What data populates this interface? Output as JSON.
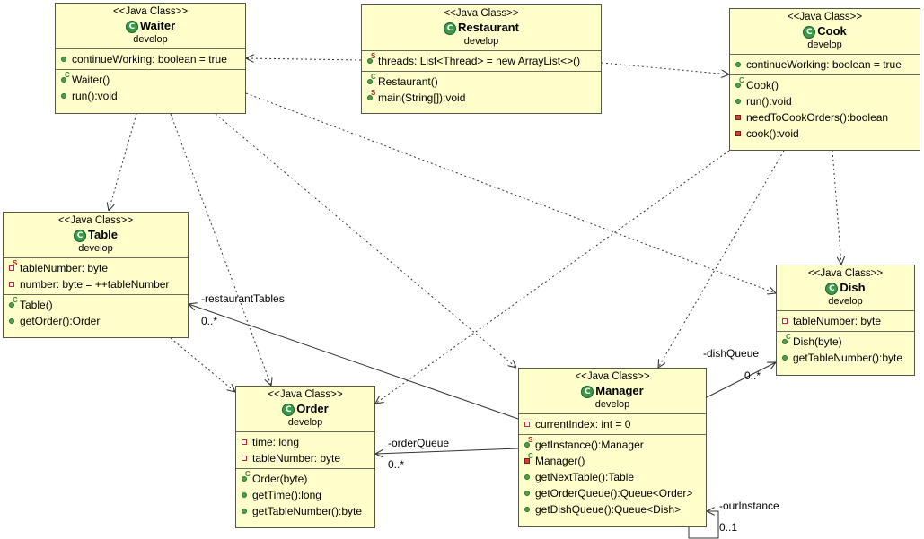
{
  "classes": {
    "waiter": {
      "stereotype": "<<Java Class>>",
      "name": "Waiter",
      "package": "develop",
      "fields": [
        {
          "text": "continueWorking: boolean = true",
          "vis": "public"
        }
      ],
      "methods": [
        {
          "text": "Waiter()",
          "vis": "public",
          "mod": "C"
        },
        {
          "text": "run():void",
          "vis": "public"
        }
      ]
    },
    "restaurant": {
      "stereotype": "<<Java Class>>",
      "name": "Restaurant",
      "package": "develop",
      "fields": [
        {
          "text": "threads: List<Thread> = new ArrayList<>()",
          "vis": "public",
          "mod": "S"
        }
      ],
      "methods": [
        {
          "text": "Restaurant()",
          "vis": "public",
          "mod": "C"
        },
        {
          "text": "main(String[]):void",
          "vis": "public",
          "mod": "S"
        }
      ]
    },
    "cook": {
      "stereotype": "<<Java Class>>",
      "name": "Cook",
      "package": "develop",
      "fields": [
        {
          "text": "continueWorking: boolean = true",
          "vis": "public"
        }
      ],
      "methods": [
        {
          "text": "Cook()",
          "vis": "public",
          "mod": "C"
        },
        {
          "text": "run():void",
          "vis": "public"
        },
        {
          "text": "needToCookOrders():boolean",
          "vis": "private-method"
        },
        {
          "text": "cook():void",
          "vis": "private-method"
        }
      ]
    },
    "table": {
      "stereotype": "<<Java Class>>",
      "name": "Table",
      "package": "develop",
      "fields": [
        {
          "text": "tableNumber: byte",
          "vis": "private",
          "mod": "S"
        },
        {
          "text": "number: byte = ++tableNumber",
          "vis": "private"
        }
      ],
      "methods": [
        {
          "text": "Table()",
          "vis": "public",
          "mod": "C"
        },
        {
          "text": "getOrder():Order",
          "vis": "public"
        }
      ]
    },
    "dish": {
      "stereotype": "<<Java Class>>",
      "name": "Dish",
      "package": "develop",
      "fields": [
        {
          "text": "tableNumber: byte",
          "vis": "private"
        }
      ],
      "methods": [
        {
          "text": "Dish(byte)",
          "vis": "public",
          "mod": "C"
        },
        {
          "text": "getTableNumber():byte",
          "vis": "public"
        }
      ]
    },
    "order": {
      "stereotype": "<<Java Class>>",
      "name": "Order",
      "package": "develop",
      "fields": [
        {
          "text": "time: long",
          "vis": "private"
        },
        {
          "text": "tableNumber: byte",
          "vis": "private"
        }
      ],
      "methods": [
        {
          "text": "Order(byte)",
          "vis": "public",
          "mod": "C"
        },
        {
          "text": "getTime():long",
          "vis": "public"
        },
        {
          "text": "getTableNumber():byte",
          "vis": "public"
        }
      ]
    },
    "manager": {
      "stereotype": "<<Java Class>>",
      "name": "Manager",
      "package": "develop",
      "fields": [
        {
          "text": "currentIndex: int = 0",
          "vis": "private"
        }
      ],
      "methods": [
        {
          "text": "getInstance():Manager",
          "vis": "public",
          "mod": "S"
        },
        {
          "text": "Manager()",
          "vis": "private-method",
          "mod": "C"
        },
        {
          "text": "getNextTable():Table",
          "vis": "public"
        },
        {
          "text": "getOrderQueue():Queue<Order>",
          "vis": "public"
        },
        {
          "text": "getDishQueue():Queue<Dish>",
          "vis": "public"
        }
      ]
    }
  },
  "associations": {
    "restaurant_tables": {
      "role": "-restaurantTables",
      "mult": "0..*"
    },
    "dish_queue": {
      "role": "-dishQueue",
      "mult": "0..*"
    },
    "order_queue": {
      "role": "-orderQueue",
      "mult": "0..*"
    },
    "our_instance": {
      "role": "-ourInstance",
      "mult": "0..1"
    }
  }
}
